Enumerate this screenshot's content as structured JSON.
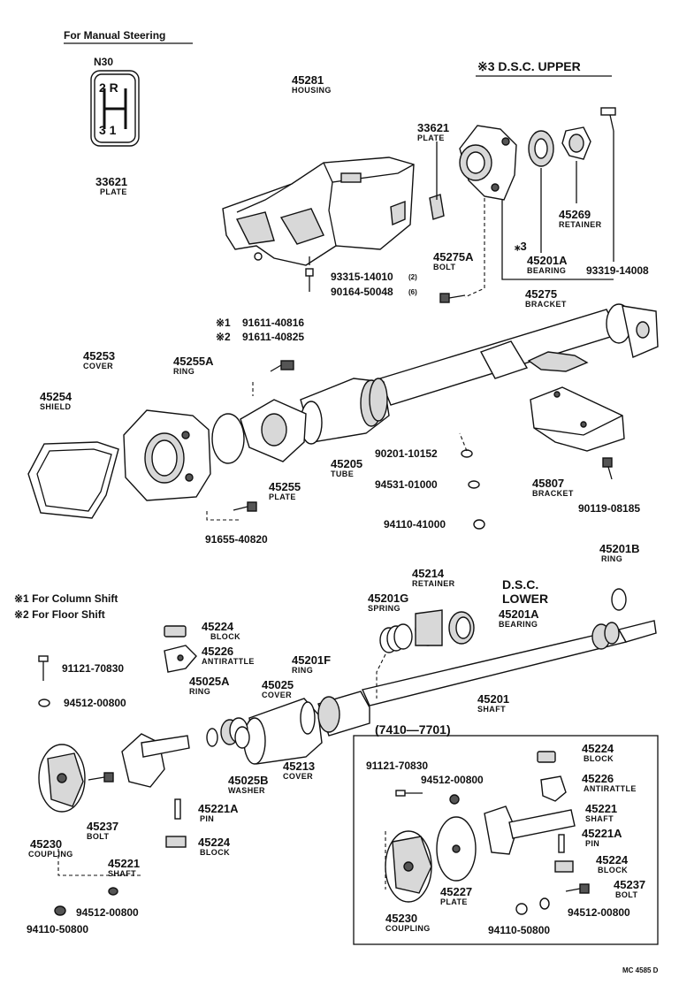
{
  "headings": {
    "manual_steering": "For Manual Steering",
    "dsc_upper": "※3 D.S.C. UPPER",
    "dsc_lower_1": "D.S.C.",
    "dsc_lower_2": "LOWER",
    "inset_range": "(7410—7701)",
    "note_column": "※1  For Column Shift",
    "note_floor": "※2  For Floor Shift",
    "code": "MC 4585 D"
  },
  "shift_plate": {
    "title": "N30",
    "r1": "2  R",
    "r2": "3  1",
    "number": "33621",
    "name": "PLATE"
  },
  "parts": {
    "housing": {
      "number": "45281",
      "name": "HOUSING"
    },
    "plate_top": {
      "number": "33621",
      "name": "PLATE"
    },
    "retainer_top": {
      "number": "45269",
      "name": "RETAINER"
    },
    "bearing_top_mark": "⁎3",
    "bearing_top": {
      "number": "45201A",
      "name": "BEARING"
    },
    "screw_top": "93319-14008",
    "bolt_top": {
      "number": "45275A",
      "name": "BOLT"
    },
    "bracket_top": {
      "number": "45275",
      "name": "BRACKET"
    },
    "screw_a": "93315-14010",
    "screw_a_qty": "(2)",
    "screw_b": "90164-50048",
    "screw_b_qty": "(6)",
    "note1_mark": "※1",
    "note1_part": "91611-40816",
    "note2_mark": "※2",
    "note2_part": "91611-40825",
    "cover_top": {
      "number": "45253",
      "name": "COVER"
    },
    "shield": {
      "number": "45254",
      "name": "SHIELD"
    },
    "ring_a": {
      "number": "45255A",
      "name": "RING"
    },
    "plate_mid": {
      "number": "45255",
      "name": "PLATE"
    },
    "tube": {
      "number": "45205",
      "name": "TUBE"
    },
    "screw_c": "91655-40820",
    "washer_a": "90201-10152",
    "washer_b": "94531-01000",
    "nut_a": "94110-41000",
    "bracket_mid": {
      "number": "45807",
      "name": "BRACKET"
    },
    "bolt_mid": "90119-08185",
    "ring_b": {
      "number": "45201B",
      "name": "RING"
    },
    "retainer_low": {
      "number": "45214",
      "name": "RETAINER"
    },
    "spring": {
      "number": "45201G",
      "name": "SPRING"
    },
    "bearing_low": {
      "number": "45201A",
      "name": "BEARING"
    },
    "block_a": {
      "number": "45224",
      "name": "BLOCK"
    },
    "antirattle_a": {
      "number": "45226",
      "name": "ANTIRATTLE"
    },
    "screw_d": "91121-70830",
    "washer_c": "94512-00800",
    "ring_c": {
      "number": "45201F",
      "name": "RING"
    },
    "ring_d": {
      "number": "45025A",
      "name": "RING"
    },
    "cover_low": {
      "number": "45025",
      "name": "COVER"
    },
    "shaft_main": {
      "number": "45201",
      "name": "SHAFT"
    },
    "washer_d": {
      "number": "45025B",
      "name": "WASHER"
    },
    "cover_213": {
      "number": "45213",
      "name": "COVER"
    },
    "coupling_a": {
      "number": "45230",
      "name": "COUPLING"
    },
    "bolt_low": {
      "number": "45237",
      "name": "BOLT"
    },
    "pin_a": {
      "number": "45221A",
      "name": "PIN"
    },
    "block_b": {
      "number": "45224",
      "name": "BLOCK"
    },
    "shaft_a": {
      "number": "45221",
      "name": "SHAFT"
    },
    "washer_e": "94512-00800",
    "nut_b": "94110-50800"
  },
  "inset": {
    "screw": "91121-70830",
    "washer": "94512-00800",
    "block_a": {
      "number": "45224",
      "name": "BLOCK"
    },
    "antirattle": {
      "number": "45226",
      "name": "ANTIRATTLE"
    },
    "shaft": {
      "number": "45221",
      "name": "SHAFT"
    },
    "pin": {
      "number": "45221A",
      "name": "PIN"
    },
    "block_b": {
      "number": "45224",
      "name": "BLOCK"
    },
    "bolt": {
      "number": "45237",
      "name": "BOLT"
    },
    "plate": {
      "number": "45227",
      "name": "PLATE"
    },
    "coupling": {
      "number": "45230",
      "name": "COUPLING"
    },
    "nut": "94110-50800",
    "washer2": "94512-00800"
  }
}
